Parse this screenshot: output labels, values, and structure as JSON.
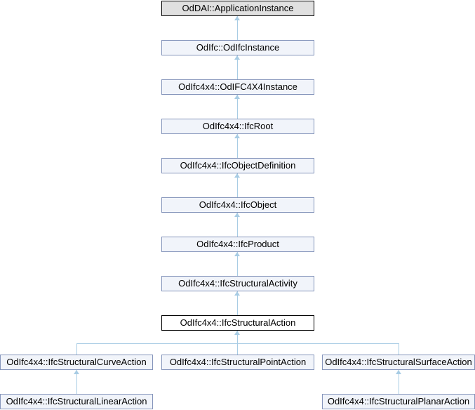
{
  "colors": {
    "background": "#ffffff",
    "node_fill": "#f1f4fa",
    "node_border": "#8595bb",
    "root_fill": "#e0e0e0",
    "root_border": "#000000",
    "current_fill": "#ffffff",
    "current_border": "#000000",
    "line": "#a8cce4",
    "text": "#000000"
  },
  "diagram": {
    "type": "class-inheritance",
    "nodes": [
      {
        "label": "OdDAI::ApplicationInstance",
        "variant": "root"
      },
      {
        "label": "OdIfc::OdIfcInstance",
        "variant": "link"
      },
      {
        "label": "OdIfc4x4::OdIFC4X4Instance",
        "variant": "link"
      },
      {
        "label": "OdIfc4x4::IfcRoot",
        "variant": "link"
      },
      {
        "label": "OdIfc4x4::IfcObjectDefinition",
        "variant": "link"
      },
      {
        "label": "OdIfc4x4::IfcObject",
        "variant": "link"
      },
      {
        "label": "OdIfc4x4::IfcProduct",
        "variant": "link"
      },
      {
        "label": "OdIfc4x4::IfcStructuralActivity",
        "variant": "link"
      },
      {
        "label": "OdIfc4x4::IfcStructuralAction",
        "variant": "current"
      },
      {
        "label": "OdIfc4x4::IfcStructuralCurveAction",
        "variant": "link"
      },
      {
        "label": "OdIfc4x4::IfcStructuralPointAction",
        "variant": "link"
      },
      {
        "label": "OdIfc4x4::IfcStructuralSurfaceAction",
        "variant": "link"
      },
      {
        "label": "OdIfc4x4::IfcStructuralLinearAction",
        "variant": "link"
      },
      {
        "label": "OdIfc4x4::IfcStructuralPlanarAction",
        "variant": "link"
      }
    ],
    "edges": [
      {
        "child_index": 1,
        "parent_index": 0
      },
      {
        "child_index": 2,
        "parent_index": 1
      },
      {
        "child_index": 3,
        "parent_index": 2
      },
      {
        "child_index": 4,
        "parent_index": 3
      },
      {
        "child_index": 5,
        "parent_index": 4
      },
      {
        "child_index": 6,
        "parent_index": 5
      },
      {
        "child_index": 7,
        "parent_index": 6
      },
      {
        "child_index": 8,
        "parent_index": 7
      },
      {
        "child_index": 9,
        "parent_index": 8
      },
      {
        "child_index": 10,
        "parent_index": 8
      },
      {
        "child_index": 11,
        "parent_index": 8
      },
      {
        "child_index": 12,
        "parent_index": 9
      },
      {
        "child_index": 13,
        "parent_index": 11
      }
    ]
  }
}
